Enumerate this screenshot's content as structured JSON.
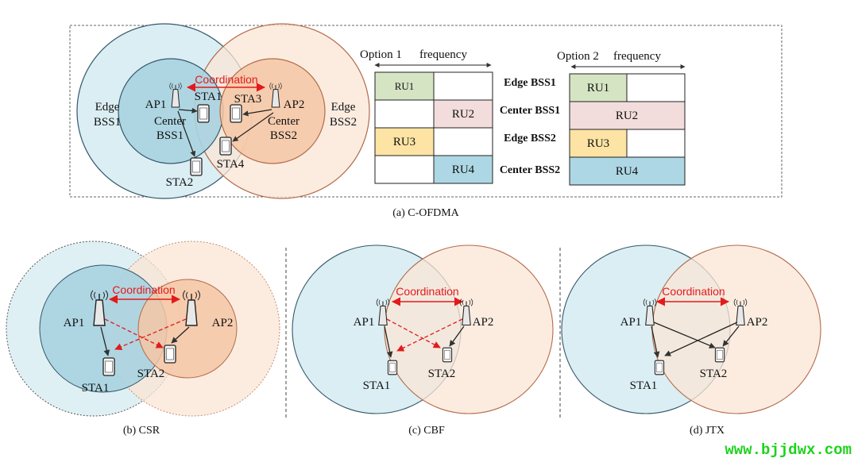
{
  "panel_a": {
    "caption": "(a) C-OFDMA",
    "coordination": "Coordination",
    "labels": {
      "ap1": "AP1",
      "ap2": "AP2",
      "sta1": "STA1",
      "sta2": "STA2",
      "sta3": "STA3",
      "sta4": "STA4",
      "center_bss1": [
        "Center",
        "BSS1"
      ],
      "center_bss2": [
        "Center",
        "BSS2"
      ],
      "edge_bss1": [
        "Edge",
        "BSS1"
      ],
      "edge_bss2": [
        "Edge",
        "BSS2"
      ]
    },
    "option1": {
      "title": "Option 1",
      "freq": "frequency",
      "cells": [
        "RU1",
        "RU2",
        "RU3",
        "RU4"
      ]
    },
    "option2": {
      "title": "Option 2",
      "freq": "frequency",
      "cells": [
        "RU1",
        "RU2",
        "RU3",
        "RU4"
      ]
    },
    "row_labels": [
      "Edge BSS1",
      "Center BSS1",
      "Edge BSS2",
      "Center BSS2"
    ]
  },
  "panel_b": {
    "caption": "(b)  CSR",
    "coordination": "Coordination",
    "ap1": "AP1",
    "ap2": "AP2",
    "sta1": "STA1",
    "sta2": "STA2"
  },
  "panel_c": {
    "caption": "(c) CBF",
    "coordination": "Coordination",
    "ap1": "AP1",
    "ap2": "AP2",
    "sta1": "STA1",
    "sta2": "STA2"
  },
  "panel_d": {
    "caption": "(d) JTX",
    "coordination": "Coordination",
    "ap1": "AP1",
    "ap2": "AP2",
    "sta1": "STA1",
    "sta2": "STA2"
  },
  "watermark": "www.bjjdwx.com",
  "colors": {
    "blue_light": "#dbeef3",
    "blue_mid": "#a9d3e0",
    "blue_dark": "#8ec4d6",
    "orange_light": "#fbe6d6",
    "orange_mid": "#f5c7a5",
    "green": "#d5e4c3",
    "pink": "#f2dcdc",
    "yellow": "#fde3a4",
    "teal": "#add7e4",
    "red": "#e31a1c",
    "watermark": "#1bd31b"
  }
}
